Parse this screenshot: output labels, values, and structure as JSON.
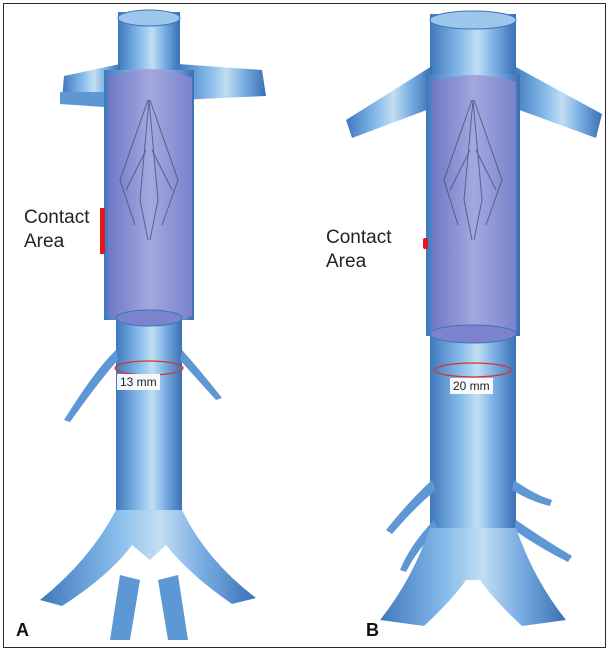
{
  "panels": [
    {
      "letter": "A",
      "contact_label_line1": "Contact",
      "contact_label_line2": "Area",
      "diameter_label": "13 mm"
    },
    {
      "letter": "B",
      "contact_label_line1": "Contact",
      "contact_label_line2": "Area",
      "diameter_label": "20 mm"
    }
  ],
  "colors": {
    "vessel_fill": "#6fa8df",
    "vessel_highlight": "#b9d7ef",
    "vessel_shadow": "#3d75b8",
    "lumen": "#8e94d6",
    "contact_marker": "#e8141c",
    "diameter_ring": "#d8352a"
  }
}
